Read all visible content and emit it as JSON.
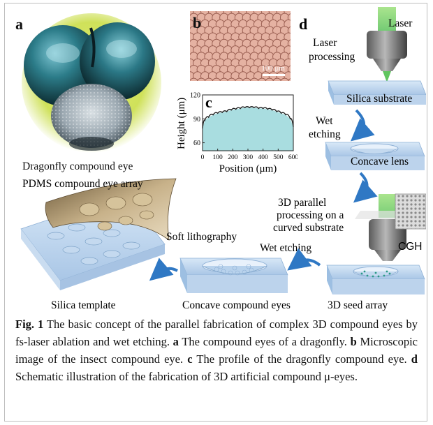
{
  "panels": {
    "a": {
      "letter": "a",
      "label": "Dragonfly compound eye"
    },
    "b": {
      "letter": "b",
      "scale_label": "100 μm"
    },
    "c": {
      "letter": "c",
      "chart_data": {
        "type": "area",
        "xlabel": "Position (μm)",
        "ylabel": "Height (μm)",
        "xlim": [
          0,
          600
        ],
        "ylim": [
          50,
          120
        ],
        "xticks": [
          "0",
          "100",
          "200",
          "300",
          "400",
          "500",
          "600"
        ],
        "yticks": [
          "60",
          "90",
          "120"
        ],
        "x": [
          0,
          15,
          40,
          70,
          100,
          130,
          160,
          190,
          220,
          250,
          280,
          310,
          340,
          370,
          400,
          430,
          460,
          490,
          520,
          550,
          580,
          600
        ],
        "y": [
          78,
          88,
          92,
          95,
          97,
          98,
          99,
          101,
          102,
          103,
          104,
          104,
          104,
          103,
          103,
          102,
          101,
          99,
          97,
          95,
          90,
          80
        ],
        "fill_color": "#a9dde0",
        "line_color": "#222222"
      }
    },
    "d": {
      "letter": "d",
      "labels": {
        "laser": "Laser",
        "laser_processing_1": "Laser",
        "laser_processing_2": "processing",
        "silica_substrate": "Silica substrate",
        "wet_etching_1a": "Wet",
        "wet_etching_1b": "etching",
        "concave_lens": "Concave lens",
        "parallel_1": "3D parallel",
        "parallel_2": "processing on a",
        "parallel_3": "curved substrate",
        "cgh": "CGH",
        "wet_etching_2": "Wet etching",
        "seed_array": "3D seed array",
        "concave_compound": "Concave compound eyes",
        "silica_template": "Silica template",
        "soft_lithography": "Soft lithography",
        "pdms_array": "PDMS compound eye array"
      }
    }
  },
  "caption": {
    "fig_label": "Fig. 1",
    "text_1": " The basic concept of the parallel fabrication of complex 3D compound eyes by fs-laser ablation and wet etching. ",
    "a": "a",
    "text_a": " The compound eyes of a dragonfly. ",
    "b": "b",
    "text_b": " Microscopic image of the insect compound eye. ",
    "c": "c",
    "text_c": " The profile of the dragonfly compound eye. ",
    "d": "d",
    "text_d": " Schematic illustration of the fabrication of 3D artificial compound μ-eyes."
  }
}
